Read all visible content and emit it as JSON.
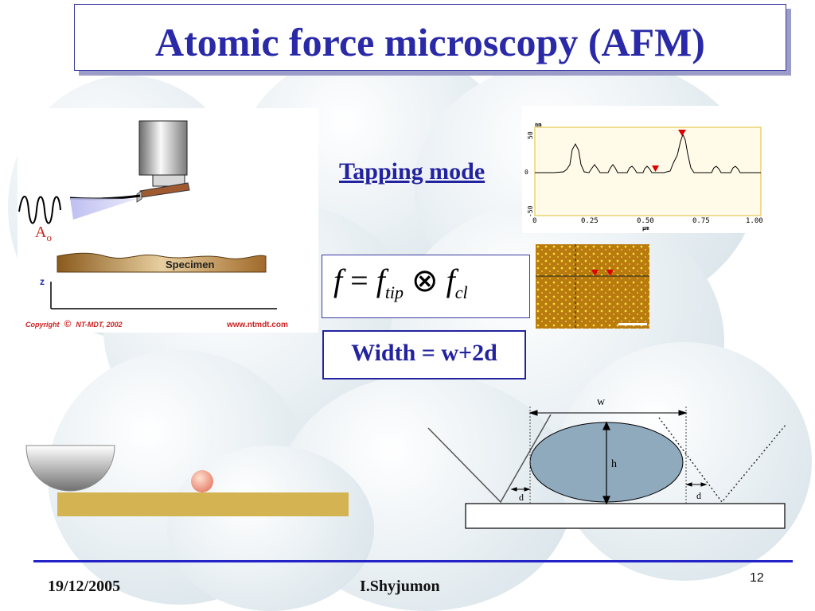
{
  "slide": {
    "title": "Atomic force microscopy (AFM)",
    "tapping_mode": "Tapping mode",
    "width_formula": "Width = w+2d",
    "formula": {
      "f": "f",
      "equals": "=",
      "tip": "tip",
      "convolve": "⊗",
      "cl": "cl"
    }
  },
  "animation_figure": {
    "amplitude_label": "A",
    "amplitude_sub": "o",
    "specimen_label": "Specimen",
    "z_label": "z",
    "copyright": "Copyright",
    "copyright_symbol": "©",
    "copyright_holder": "NT-MDT, 2002",
    "website": "www.ntmdt.com"
  },
  "profile_plot": {
    "unit_y": "nm",
    "y_ticks": [
      "50",
      "0",
      "-50"
    ],
    "x_ticks": [
      "0",
      "0.25",
      "0.50",
      "0.75",
      "1.00"
    ],
    "unit_x": "μm",
    "marker_color": "#dd0000"
  },
  "diagram": {
    "w_label": "w",
    "h_label": "h",
    "d_left_label": "d",
    "d_right_label": "d",
    "ellipse_color": "#8fa9bd"
  },
  "footer": {
    "date": "19/12/2005",
    "author": "I.Shyjumon",
    "page": "12"
  }
}
